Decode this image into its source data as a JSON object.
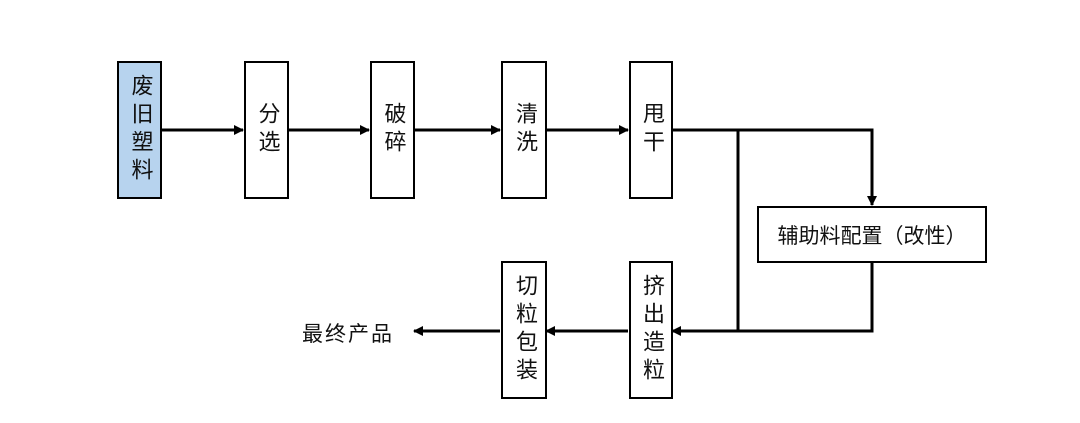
{
  "steps": {
    "waste_plastic": "废旧塑料",
    "sorting": "分选",
    "crushing": "破碎",
    "washing": "清洗",
    "spin_drying": "甩干",
    "auxiliary": "辅助料配置（改性）",
    "extrusion": "挤出造粒",
    "cutting_packaging": "切粒包装"
  },
  "final_product": "最终产品",
  "colors": {
    "highlight": "#b7d3ee",
    "stroke": "#000000"
  }
}
